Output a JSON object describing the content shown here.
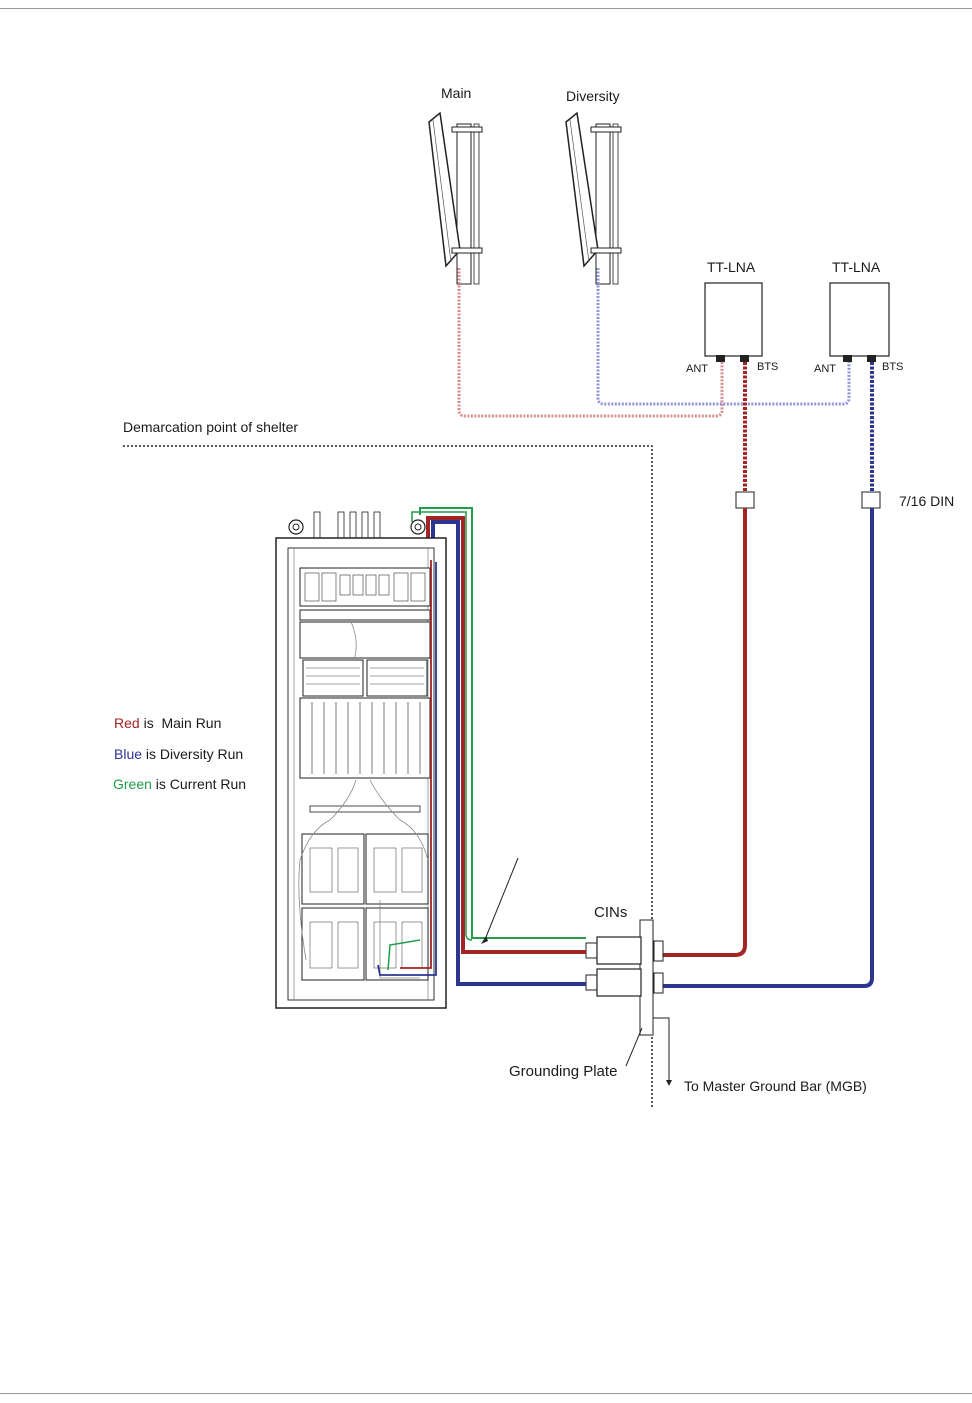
{
  "labels": {
    "main_antenna": "Main",
    "diversity_antenna": "Diversity",
    "tt_lna_1": "TT-LNA",
    "tt_lna_2": "TT-LNA",
    "ant_1": "ANT",
    "bts_1": "BTS",
    "ant_2": "ANT",
    "bts_2": "BTS",
    "demarcation": "Demarcation point of shelter",
    "connector": "7/16 DIN",
    "cins": "CINs",
    "grounding_plate": "Grounding Plate",
    "mgb": "To Master Ground Bar (MGB)"
  },
  "legend": [
    {
      "color_word": "Red",
      "rest": " is  Main Run",
      "color": "#a32424"
    },
    {
      "color_word": "Blue",
      "rest": " is Diversity Run",
      "color": "#2c3590"
    },
    {
      "color_word": "Green",
      "rest": " is Current Run",
      "color": "#1f9e4a"
    }
  ],
  "colors": {
    "main_run": "#a32424",
    "diversity_run": "#2c3590",
    "current_run": "#1f9e4a",
    "main_jumper": "#d98c8c",
    "diversity_jumper": "#8f95d6"
  }
}
